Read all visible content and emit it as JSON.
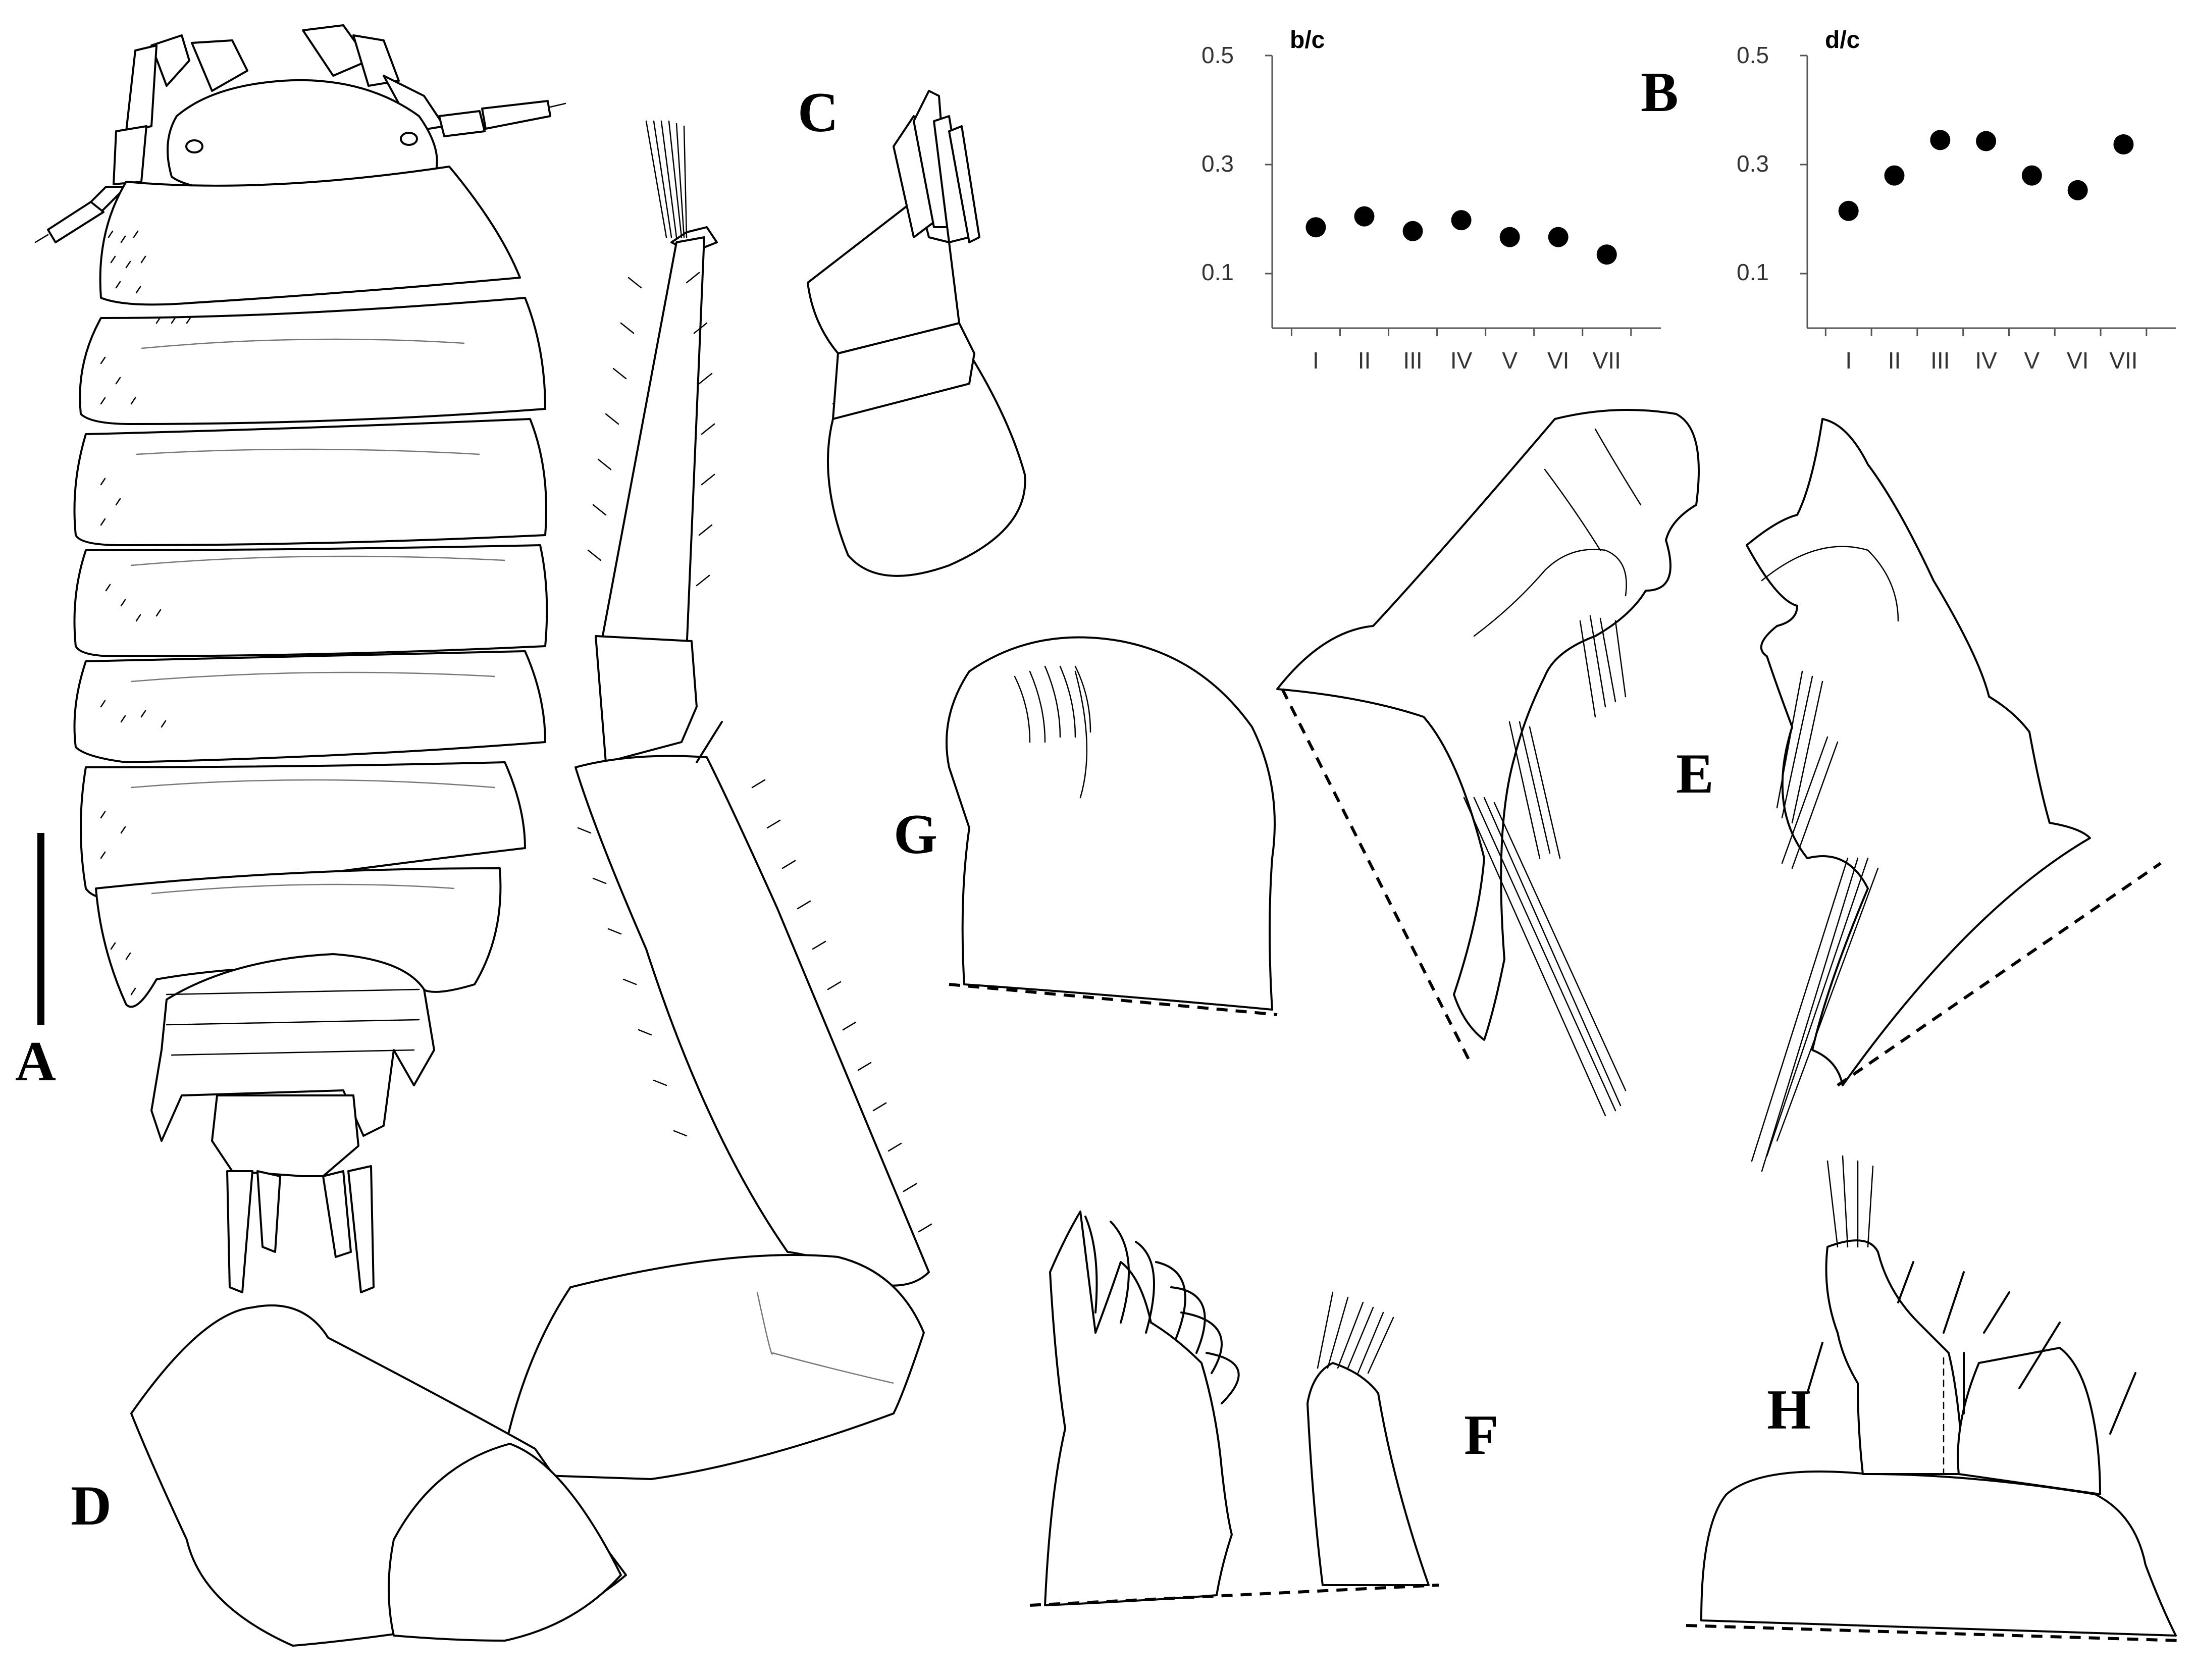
{
  "panels": {
    "A": "A",
    "B": "B",
    "C": "C",
    "D": "D",
    "E": "E",
    "F": "F",
    "G": "G",
    "H": "H"
  },
  "chart_data": [
    {
      "type": "scatter",
      "title": "b/c",
      "categories": [
        "I",
        "II",
        "III",
        "IV",
        "V",
        "VI",
        "VII"
      ],
      "values": [
        0.185,
        0.205,
        0.178,
        0.198,
        0.167,
        0.167,
        0.135
      ],
      "yticks": [
        "0.5",
        "0.3",
        "0.1"
      ],
      "ylim": [
        0.0,
        0.5
      ],
      "grid": false
    },
    {
      "type": "scatter",
      "title": "d/c",
      "categories": [
        "I",
        "II",
        "III",
        "IV",
        "V",
        "VI",
        "VII"
      ],
      "values": [
        0.215,
        0.28,
        0.345,
        0.343,
        0.28,
        0.253,
        0.337
      ],
      "yticks": [
        "0.5",
        "0.3",
        "0.1"
      ],
      "ylim": [
        0.0,
        0.5
      ],
      "grid": false
    }
  ]
}
